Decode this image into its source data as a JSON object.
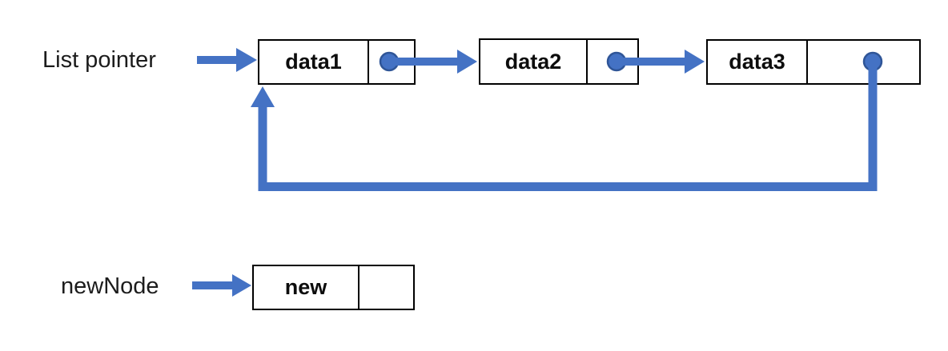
{
  "diagram": {
    "type": "linked-list-diagram",
    "labels": {
      "list_pointer": "List pointer",
      "new_node_pointer": "newNode"
    },
    "nodes": [
      {
        "label": "data1"
      },
      {
        "label": "data2"
      },
      {
        "label": "data3"
      }
    ],
    "new_node": {
      "label": "new"
    },
    "edges": [
      "list_pointer -> data1",
      "data1 -> data2",
      "data2 -> data3",
      "data3 -> data1 (loop back, circular list)",
      "newNode -> new"
    ],
    "colors": {
      "arrow_blue": "#4472C4",
      "circle_ring": "#2F5597",
      "box_border": "#000000",
      "text": "#1C1C1C",
      "background": "#FFFFFF"
    }
  }
}
